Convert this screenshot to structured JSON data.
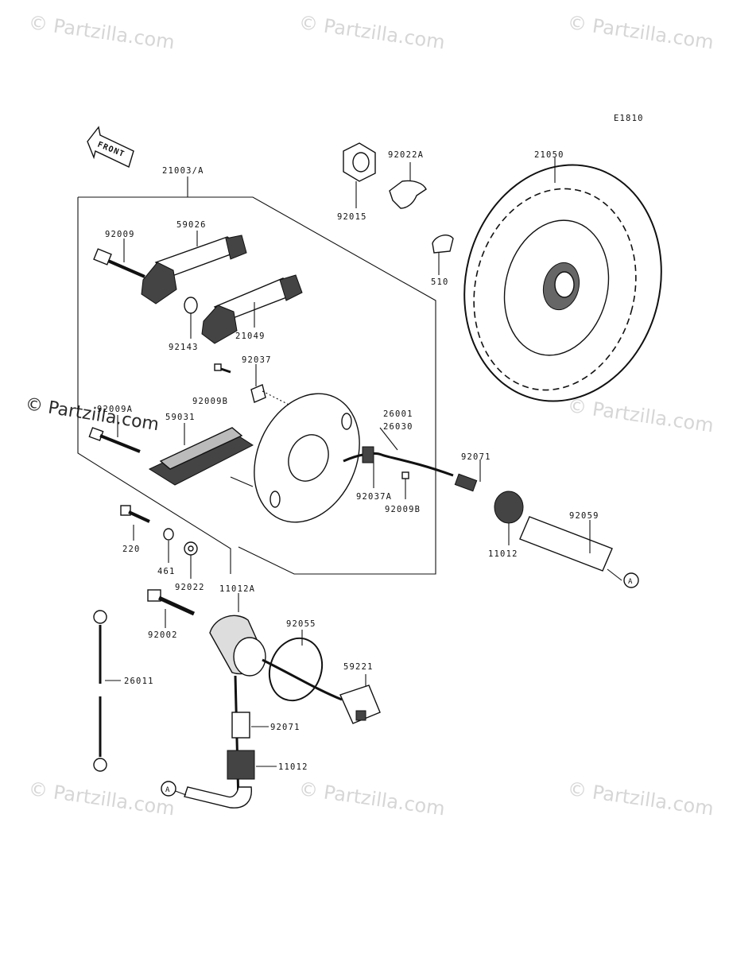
{
  "drawing_code": "E1810",
  "front_label": "FRONT",
  "watermark": "© Partzilla.com",
  "watermark_strong": "© Partzilla.com",
  "connector_ref": "A",
  "labels": {
    "p21003A": "21003/A",
    "p92009": "92009",
    "p59026": "59026",
    "p92143": "92143",
    "p21049": "21049",
    "p92037": "92037",
    "p92009B_a": "92009B",
    "p92009A": "92009A",
    "p59031": "59031",
    "p220": "220",
    "p461": "461",
    "p92022": "92022",
    "p92015": "92015",
    "p92022A": "92022A",
    "p510": "510",
    "p21050": "21050",
    "p26001": "26001",
    "p26030": "26030",
    "p92037A": "92037A",
    "p92009B_b": "92009B",
    "p92071_a": "92071",
    "p11012_a": "11012",
    "p92059": "92059",
    "p11012A": "11012A",
    "p92055": "92055",
    "p59221": "59221",
    "p92002": "92002",
    "p26011": "26011",
    "p92071_b": "92071",
    "p11012_b": "11012"
  }
}
